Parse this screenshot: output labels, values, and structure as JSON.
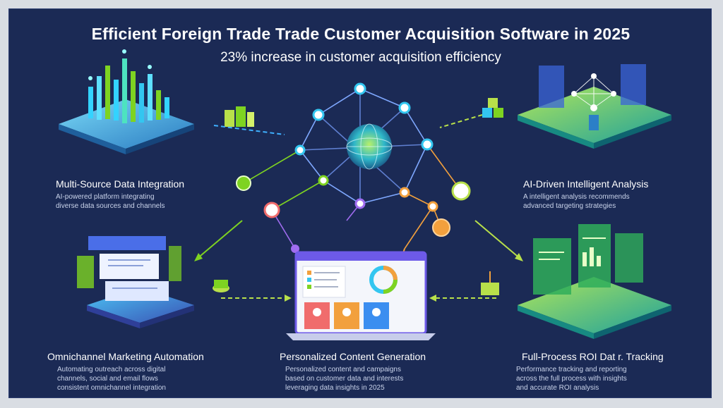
{
  "header": {
    "title": "Efficient Foreign Trade Trade Customer Acquisition Software in 2025",
    "subtitle": "23% increase in customer acquisition efficiency"
  },
  "modules": {
    "data_integration": {
      "label": "Multi-Source Data Integration",
      "desc": "AI-powered platform integrating\ndiverse data sources and channels"
    },
    "ai_analysis": {
      "label": "AI-Driven Intelligent Analysis",
      "desc": "A intelligent analysis recommends\nadvanced targeting strategies"
    },
    "marketing_automation": {
      "label": "Omnichannel Marketing Automation",
      "desc": "Automating outreach across digital\nchannels, social and email flows\nconsistent omnichannel integration"
    },
    "content_generation": {
      "label": "Personalized Content Generation",
      "desc": "Personalized content and campaigns\nbased on customer data and interests\nleveraging data insights in 2025"
    },
    "roi_tracking": {
      "label": "Full-Process ROI Dat r. Tracking",
      "desc": "Performance tracking and reporting\nacross the full process with insights\nand accurate ROI analysis"
    }
  },
  "colors": {
    "background": "#1b2a55",
    "accent_cyan": "#33c6f0",
    "accent_green": "#7ed321",
    "accent_orange": "#f2a03d",
    "accent_purple": "#8a6cf0"
  }
}
